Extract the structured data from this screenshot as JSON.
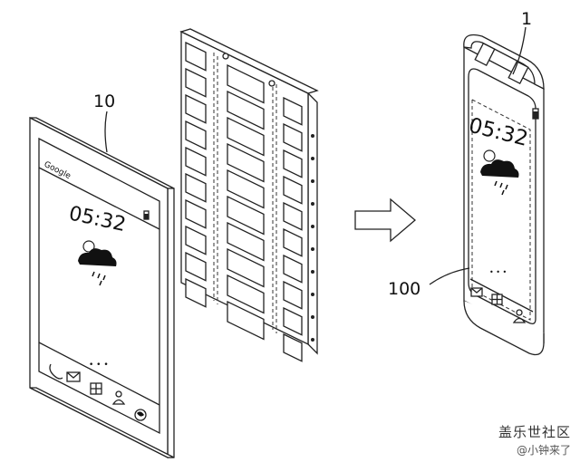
{
  "labels": {
    "ref_10": "10",
    "ref_1": "1",
    "ref_100": "100"
  },
  "phone_flat": {
    "brand": "Google",
    "time": "05:32",
    "dots": "• • •"
  },
  "phone_curved": {
    "time": "05:32",
    "dots": "• • •"
  },
  "icons": {
    "weather": "weather-cloud-sun-rain-icon",
    "battery": "battery-icon",
    "phone": "phone-icon",
    "mail": "mail-icon",
    "apps": "apps-grid-icon",
    "contact": "person-icon",
    "browser": "browser-icon",
    "arrow": "right-arrow-icon"
  },
  "watermark": {
    "line1": "盖乐世社区",
    "line2": "@小钟来了"
  }
}
